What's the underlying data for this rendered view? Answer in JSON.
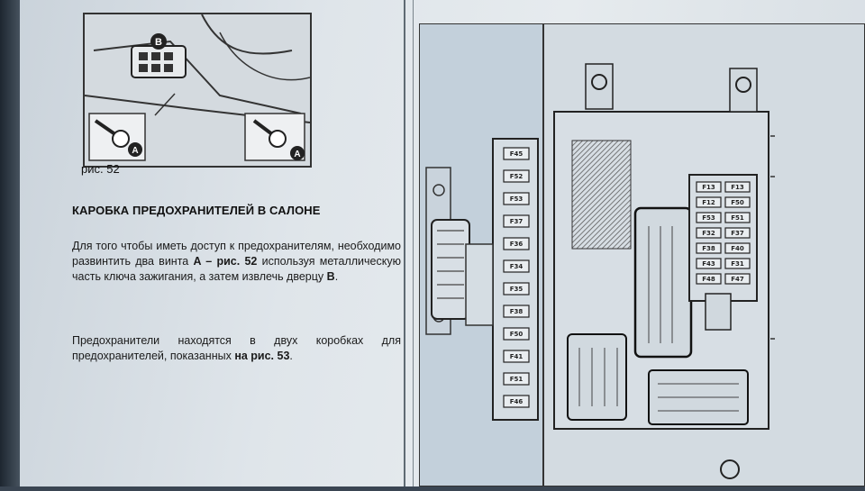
{
  "figure52": {
    "caption": "рис. 52",
    "callouts": [
      "B",
      "A",
      "A"
    ]
  },
  "section": {
    "heading": "КАРОБКА ПРЕДОХРАНИТЕЛЕЙ В САЛОНЕ",
    "paragraph1": {
      "text1": "Для  того чтобы иметь доступ к предохранителям, необходимо развинтить два винта ",
      "bold1": "A – рис. 52",
      "text2": " используя металлическую часть ключа зажигания, а затем извлечь дверцу ",
      "bold2": "B",
      "text3": "."
    },
    "paragraph2": {
      "text1": "Предохранители находятся в двух коробках для предохранителей, показанных ",
      "bold1": "на рис. 53",
      "text2": "."
    }
  },
  "figure53": {
    "left_column_fuses": [
      "F45",
      "F52",
      "F53",
      "F37",
      "F36",
      "F34",
      "F35",
      "F38",
      "F50",
      "F41",
      "F51",
      "F46"
    ],
    "right_block_col1": [
      "F13",
      "F12",
      "F53",
      "F32",
      "F38",
      "F43",
      "F48"
    ],
    "right_block_col2": [
      "F13",
      "F50",
      "F51",
      "F37",
      "F40",
      "F31",
      "F47"
    ]
  }
}
